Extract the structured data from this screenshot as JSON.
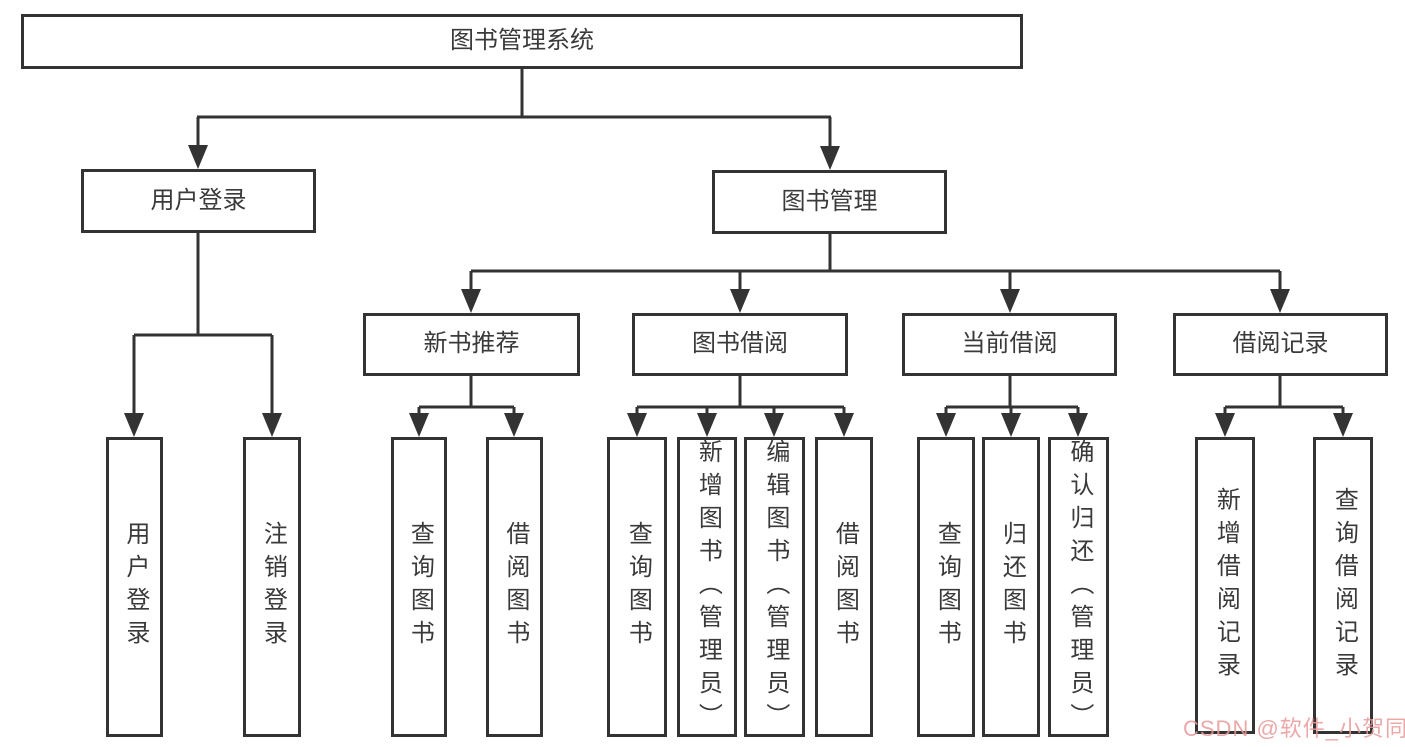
{
  "page": {
    "watermark": "CSDN @软件_小贺同学"
  },
  "tree": {
    "root": {
      "label": "图书管理系统"
    },
    "branches": [
      {
        "label": "用户登录",
        "children": [
          {
            "label": "用户登录"
          },
          {
            "label": "注销登录"
          }
        ]
      },
      {
        "label": "图书管理",
        "children": [
          {
            "label": "新书推荐",
            "children": [
              {
                "label": "查询图书"
              },
              {
                "label": "借阅图书"
              }
            ]
          },
          {
            "label": "图书借阅",
            "children": [
              {
                "label": "查询图书"
              },
              {
                "label": "新增图书（管理员）"
              },
              {
                "label": "编辑图书（管理员）"
              },
              {
                "label": "借阅图书"
              }
            ]
          },
          {
            "label": "当前借阅",
            "children": [
              {
                "label": "查询图书"
              },
              {
                "label": "归还图书"
              },
              {
                "label": "确认归还（管理员）"
              }
            ]
          },
          {
            "label": "借阅记录",
            "children": [
              {
                "label": "新增借阅记录"
              },
              {
                "label": "查询借阅记录"
              }
            ]
          }
        ]
      }
    ]
  },
  "colors": {
    "line": "#333333",
    "box_background": "#ffffff",
    "text": "#3a3a3a",
    "watermark": "#e89a9a"
  }
}
